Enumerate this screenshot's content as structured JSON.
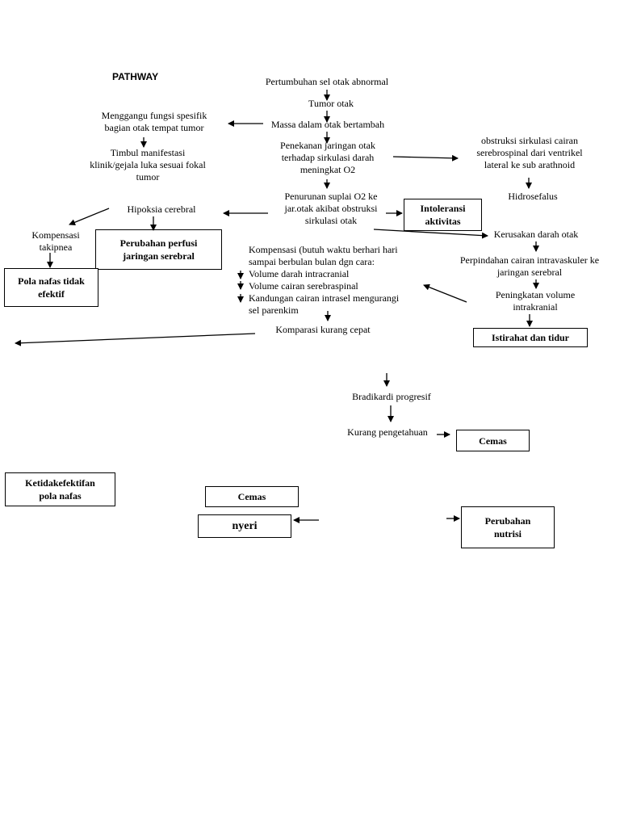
{
  "title": "PATHWAY",
  "nodes": {
    "pertumbuhan": "Pertumbuhan sel otak abnormal",
    "tumor": "Tumor otak",
    "massa": "Massa dalam otak bertambah",
    "mengganggu": "Menggangu fungsi spesifik\nbagian otak tempat tumor",
    "timbul": "Timbul manifestasi\nklinik/gejala luka sesuai fokal\ntumor",
    "penekanan": "Penekanan jaringan otak\nterhadap sirkulasi darah\nmeningkat O2",
    "obstruksi": "obstruksi sirkulasi cairan\nserebrospinal dari ventrikel\nlateral ke sub arathnoid",
    "hidrosefalus": "Hidrosefalus",
    "penurunan": "Penurunan suplai O2 ke\njar.otak akibat obstruksi\nsirkulasi otak",
    "hipoksia": "Hipoksia cerebral",
    "kompensasi_takipnea": "Kompensasi\ntakipnea",
    "kerusakan": "Kerusakan darah otak",
    "perpindahan": "Perpindahan cairan intravaskuler ke\njaringan serebral",
    "peningkatan": "Peningkatan volume\nintrakranial",
    "kompensasi_list": "Kompensasi (butuh waktu berhari hari\nsampai berbulan bulan dgn cara:\nVolume darah intracranial\nVolume cairan serebraspinal\nKandungan cairan intrasel mengurangi\nsel parenkim",
    "komparasi": "Komparasi  kurang  cepat",
    "bradikardi": "Bradikardi progresif",
    "kurang": "Kurang pengetahuan"
  },
  "boxes": {
    "intoleransi": "Intoleransi\naktivitas",
    "perubahan_perfusi": "Perubahan perfusi\njaringan serebral",
    "pola_nafas": "Pola nafas tidak\nefektif",
    "istirahat": "Istirahat dan tidur",
    "cemas_right": "Cemas",
    "ketidakefektifan": "Ketidakefektifan\npola nafas",
    "cemas_mid": "Cemas",
    "nyeri": "nyeri",
    "perubahan_nutrisi": "Perubahan\nnutrisi"
  }
}
